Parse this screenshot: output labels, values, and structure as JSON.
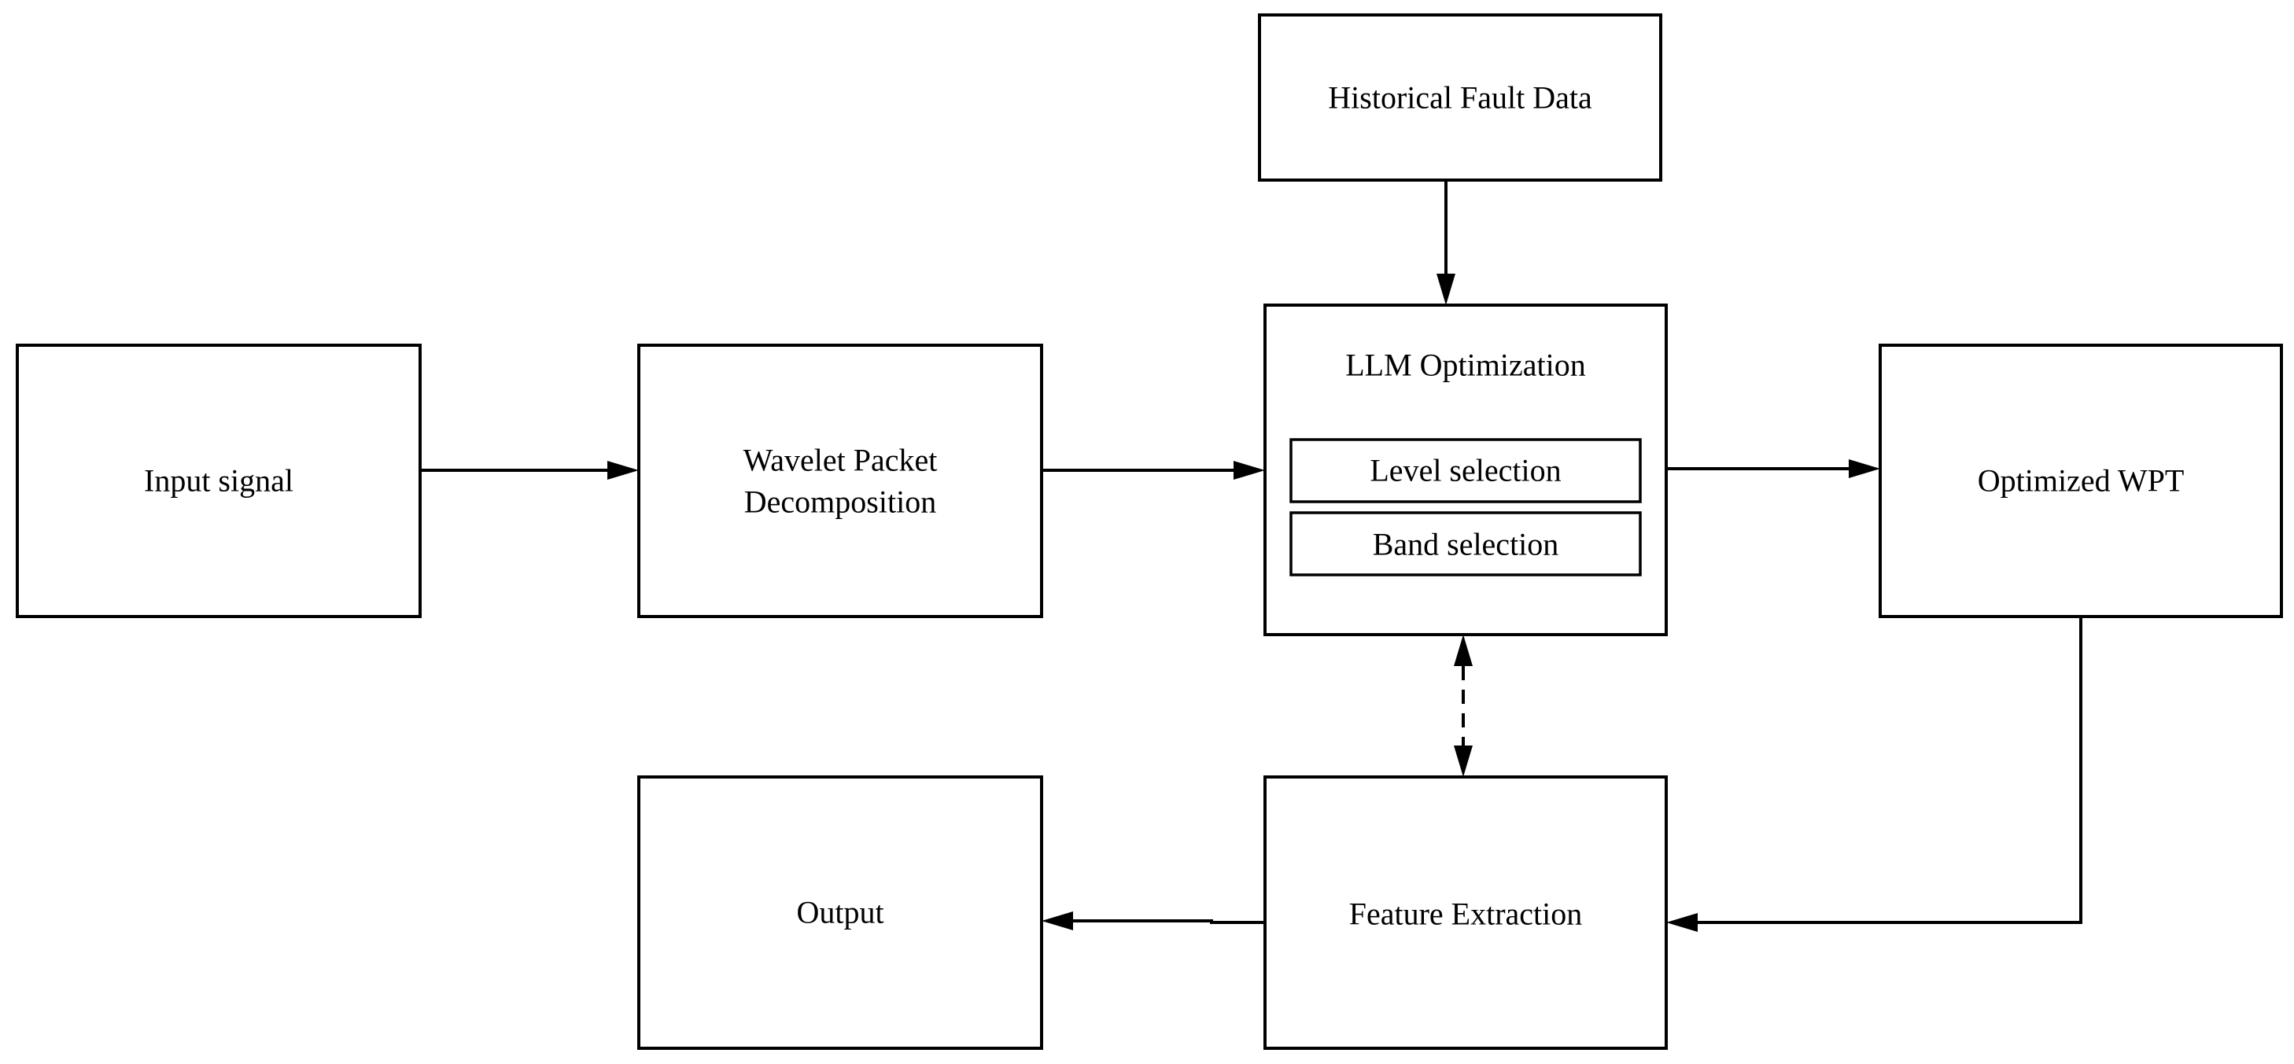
{
  "nodes": {
    "input_signal": "Input signal",
    "wavelet_line1": "Wavelet Packet",
    "wavelet_line2": "Decomposition",
    "historical": "Historical Fault Data",
    "llm": "LLM Optimization",
    "level_selection": "Level selection",
    "band_selection": "Band selection",
    "optimized_wpt": "Optimized WPT",
    "feature_extraction": "Feature Extraction",
    "output": "Output"
  },
  "edges": [
    {
      "from": "Input signal",
      "to": "Wavelet Packet Decomposition",
      "style": "solid"
    },
    {
      "from": "Wavelet Packet Decomposition",
      "to": "LLM Optimization",
      "style": "solid"
    },
    {
      "from": "Historical Fault Data",
      "to": "LLM Optimization",
      "style": "solid"
    },
    {
      "from": "LLM Optimization",
      "to": "Optimized WPT",
      "style": "solid"
    },
    {
      "from": "Optimized WPT",
      "to": "Feature Extraction",
      "style": "solid"
    },
    {
      "from": "Feature Extraction",
      "to": "LLM Optimization",
      "style": "dashed",
      "bidirectional": true
    },
    {
      "from": "Feature Extraction",
      "to": "Output",
      "style": "solid"
    }
  ]
}
